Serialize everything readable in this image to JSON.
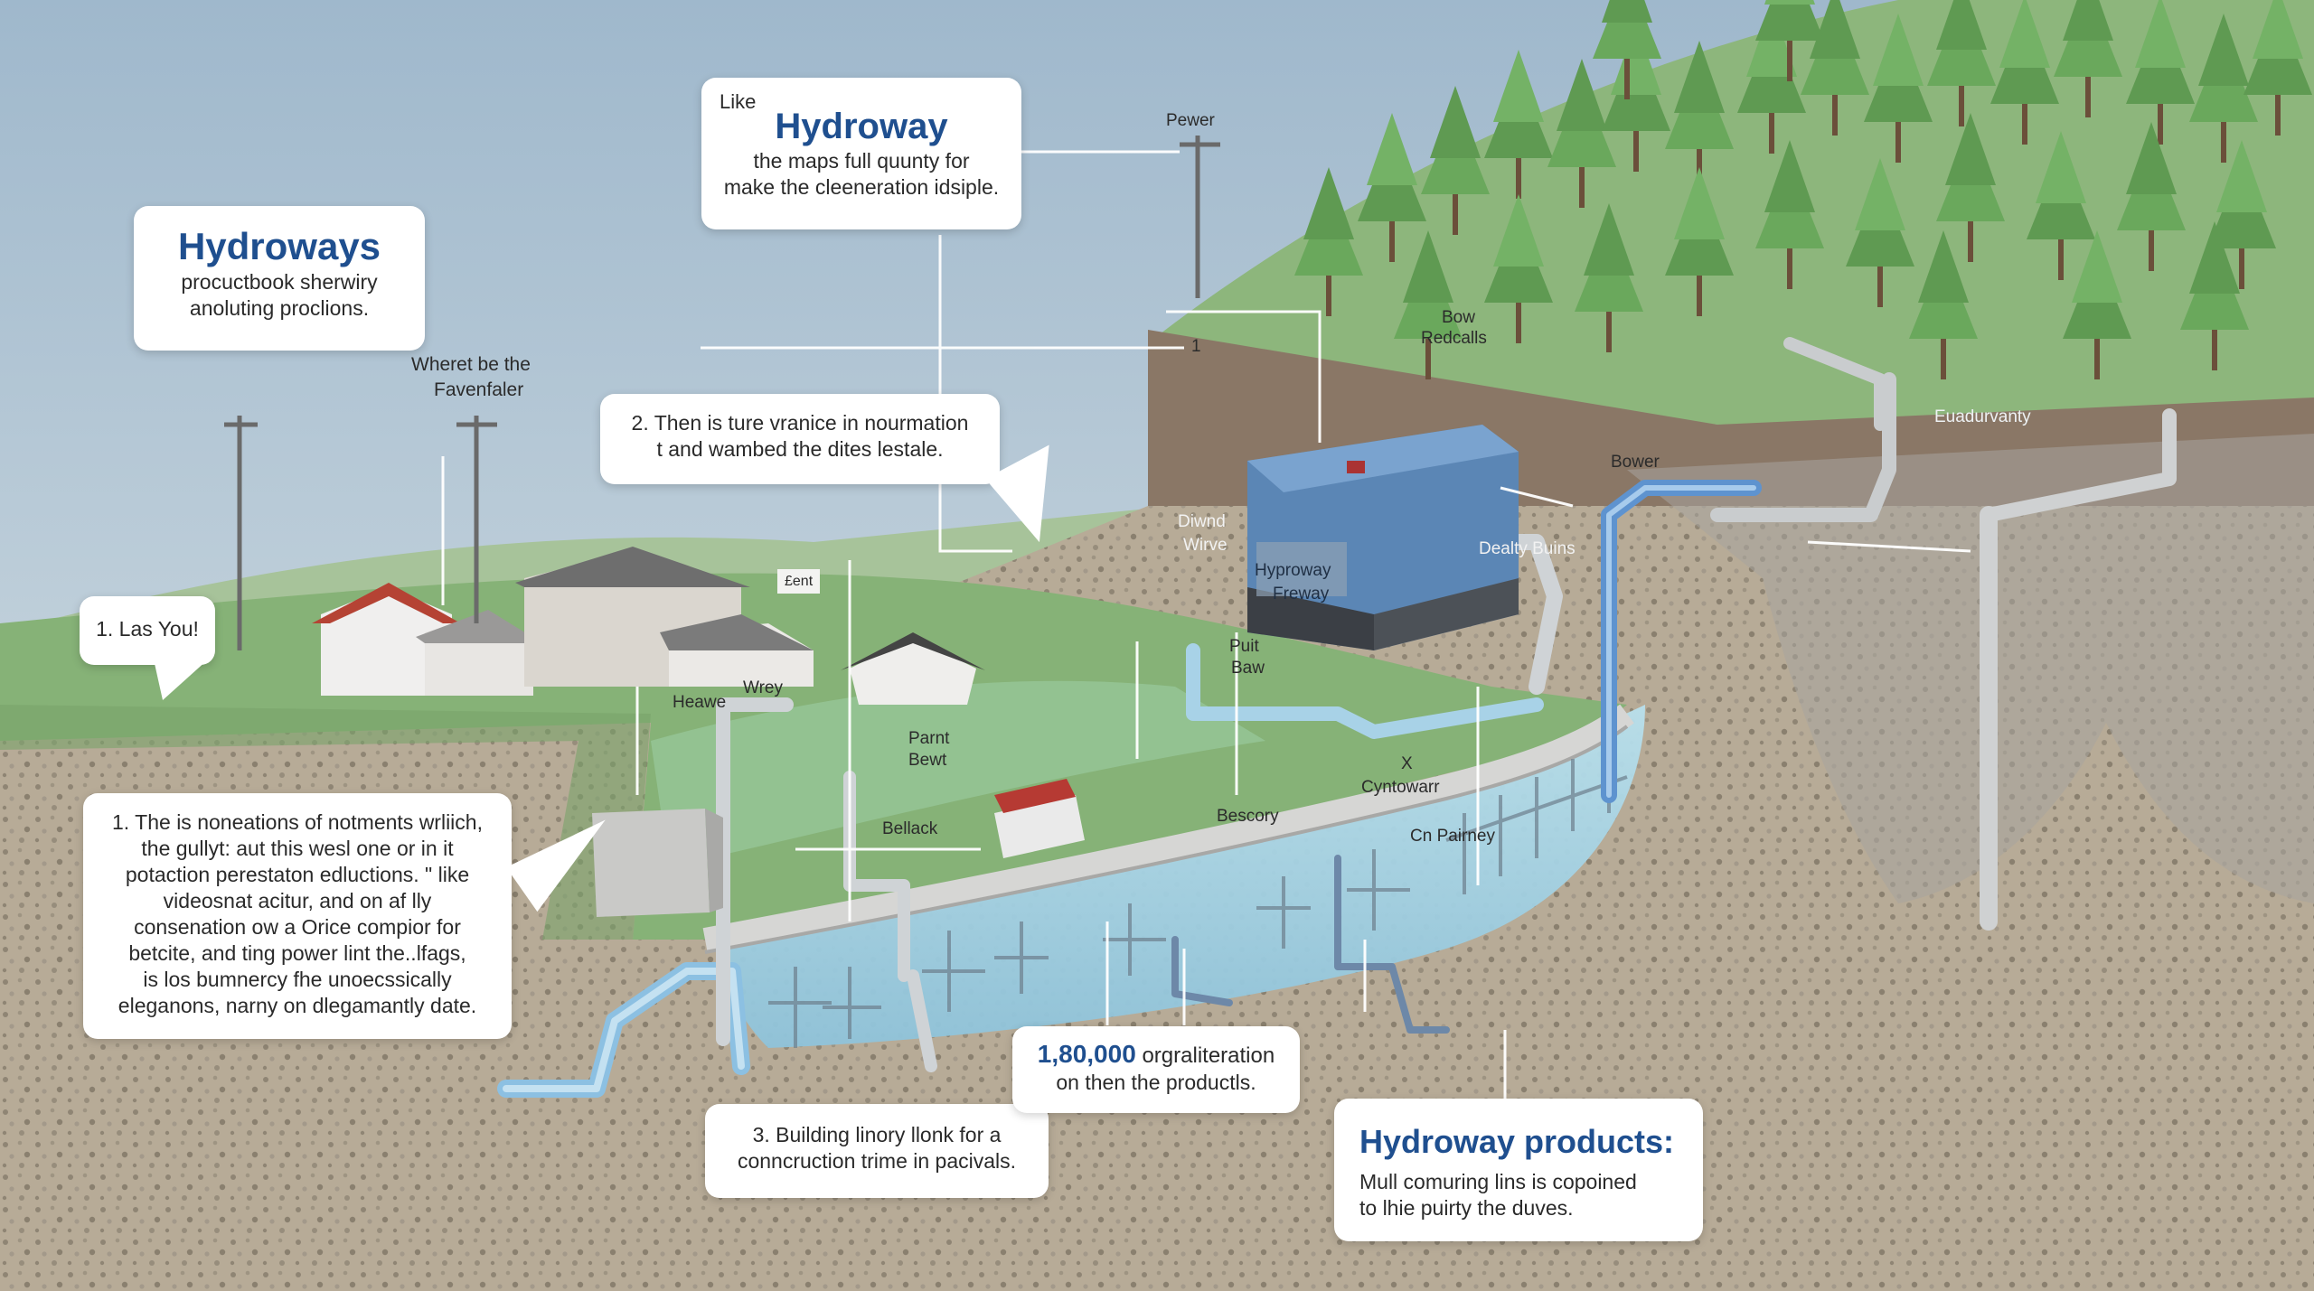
{
  "callouts": {
    "hydroways": {
      "title": "Hydroways",
      "body": [
        "procuctbook sherwiry",
        "anoluting proclions."
      ]
    },
    "like_hydroway": {
      "pre": "Like",
      "title": "Hydroway",
      "body": [
        "the maps full quunty for",
        "make the cleeneration idsiple."
      ]
    },
    "then": {
      "body": [
        "2. Then is ture vranice in nourmation",
        "t and wambed the dites lestale."
      ]
    },
    "las_you": {
      "body": [
        "1. Las You!"
      ]
    },
    "notments": {
      "body": [
        "1. The is noneations of notments wrliich,",
        "the gullyt: aut this wesl one or in it",
        "potaction perestaton edluctions. \" like",
        "videosnat acitur, and on af lly",
        "consenation ow a Orice compior for",
        "betcite, and ting power lint the..lfags,",
        "is los bumnercy fhe unoecssically",
        "eleganons, narny on dlegamantly date."
      ]
    },
    "building": {
      "body": [
        "3. Building linory llonk for a",
        "conncruction trime in pacivals."
      ]
    },
    "orgraliteration": {
      "number": "1,80,000",
      "rest": "orgraliteration",
      "body2": "on then the productls."
    },
    "products": {
      "title": "Hydroway products:",
      "body": [
        "Mull comuring lins is copoined",
        "to lhie puirty the duves."
      ]
    }
  },
  "labels": {
    "power": "Pewer",
    "where": [
      "Wheret be the",
      "Favenfaler"
    ],
    "bow": [
      "Bow",
      "Redcalls"
    ],
    "euadu": "Euadurvanty",
    "bower": "Bower",
    "diwnd": [
      "Diwnd",
      "Wirve"
    ],
    "dealty": "Dealty Buins",
    "hydroway_freway": [
      "Hyproway",
      "Freway"
    ],
    "puit": [
      "Puit",
      "Baw"
    ],
    "heawe": "Heawe",
    "wrey": "Wrey",
    "parnt": [
      "Parnt",
      "Bewt"
    ],
    "bellack": "Bellack",
    "bescory": "Bescory",
    "x_mark": "X",
    "cynto": "Cyntowarr",
    "cn_pairney": "Cn Pairney",
    "one_mark": "1",
    "sign": "£ent"
  },
  "colors": {
    "sky_top": "#a9bfd1",
    "sky_bottom": "#dbe3e6",
    "hill": "#8fb57a",
    "grass": "#89b57a",
    "soil": "#b8ac98",
    "dirt_face": "#8a7766",
    "water": "#a9d6e6",
    "pipe": "#c9ced1",
    "pipe_blue": "#6fa9d9",
    "building": "#5b86b5",
    "title_blue": "#1f4f8f"
  }
}
